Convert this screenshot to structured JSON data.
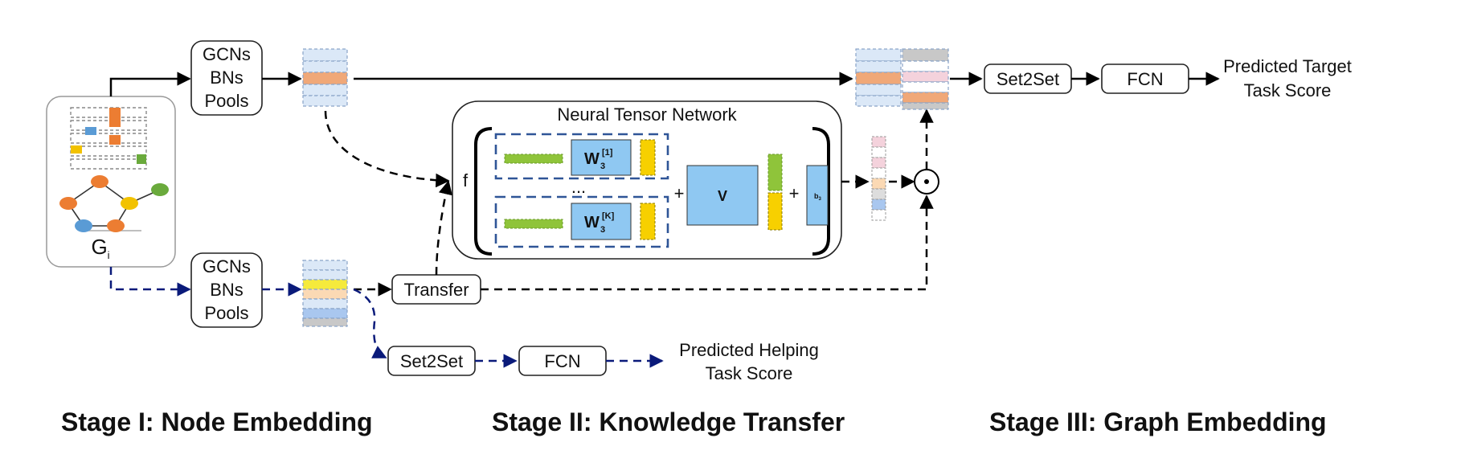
{
  "diagram": {
    "graph_label": "G",
    "graph_subscript": "i",
    "gcn_block_top": [
      "GCNs",
      "BNs",
      "Pools"
    ],
    "gcn_block_bottom": [
      "GCNs",
      "BNs",
      "Pools"
    ],
    "transfer_label": "Transfer",
    "ntn_title": "Neural Tensor Network",
    "ntn_f": "f",
    "ntn_w_first": "W",
    "ntn_w_first_sub": "3",
    "ntn_w_first_sup": "[1]",
    "ntn_w_last": "W",
    "ntn_w_last_sub": "3",
    "ntn_w_last_sup": "[K]",
    "ntn_ellipsis": "...",
    "ntn_plus_1": "+",
    "ntn_plus_2": "+",
    "ntn_v": "V",
    "ntn_b": "b",
    "ntn_b_sub": "3",
    "product_symbol": "⊙",
    "set2set_top": "Set2Set",
    "fcn_top": "FCN",
    "output_target": [
      "Predicted Target",
      "Task Score"
    ],
    "set2set_bottom": "Set2Set",
    "fcn_bottom": "FCN",
    "output_helping": [
      "Predicted Helping",
      "Task Score"
    ],
    "stages": [
      "Stage I: Node Embedding",
      "Stage II: Knowledge Transfer",
      "Stage III: Graph Embedding"
    ]
  },
  "colors": {
    "blue_light": "#dbe8f7",
    "orange": "#f0a878",
    "yellow": "#f5ea3c",
    "peach": "#fbd9b4",
    "blue_mid": "#a9c7ef",
    "gray": "#c8c8c8",
    "pink": "#f4d2dc",
    "green": "#8fc43a",
    "gold": "#f7d000",
    "node_orange": "#ec7d32",
    "node_yellow": "#f2c200",
    "node_blue": "#5a9bd5",
    "node_green": "#6aaa3c",
    "matrix_blue": "#8fc8f2",
    "navy": "#0a1a7a",
    "dashed_blue": "#2f5597"
  }
}
